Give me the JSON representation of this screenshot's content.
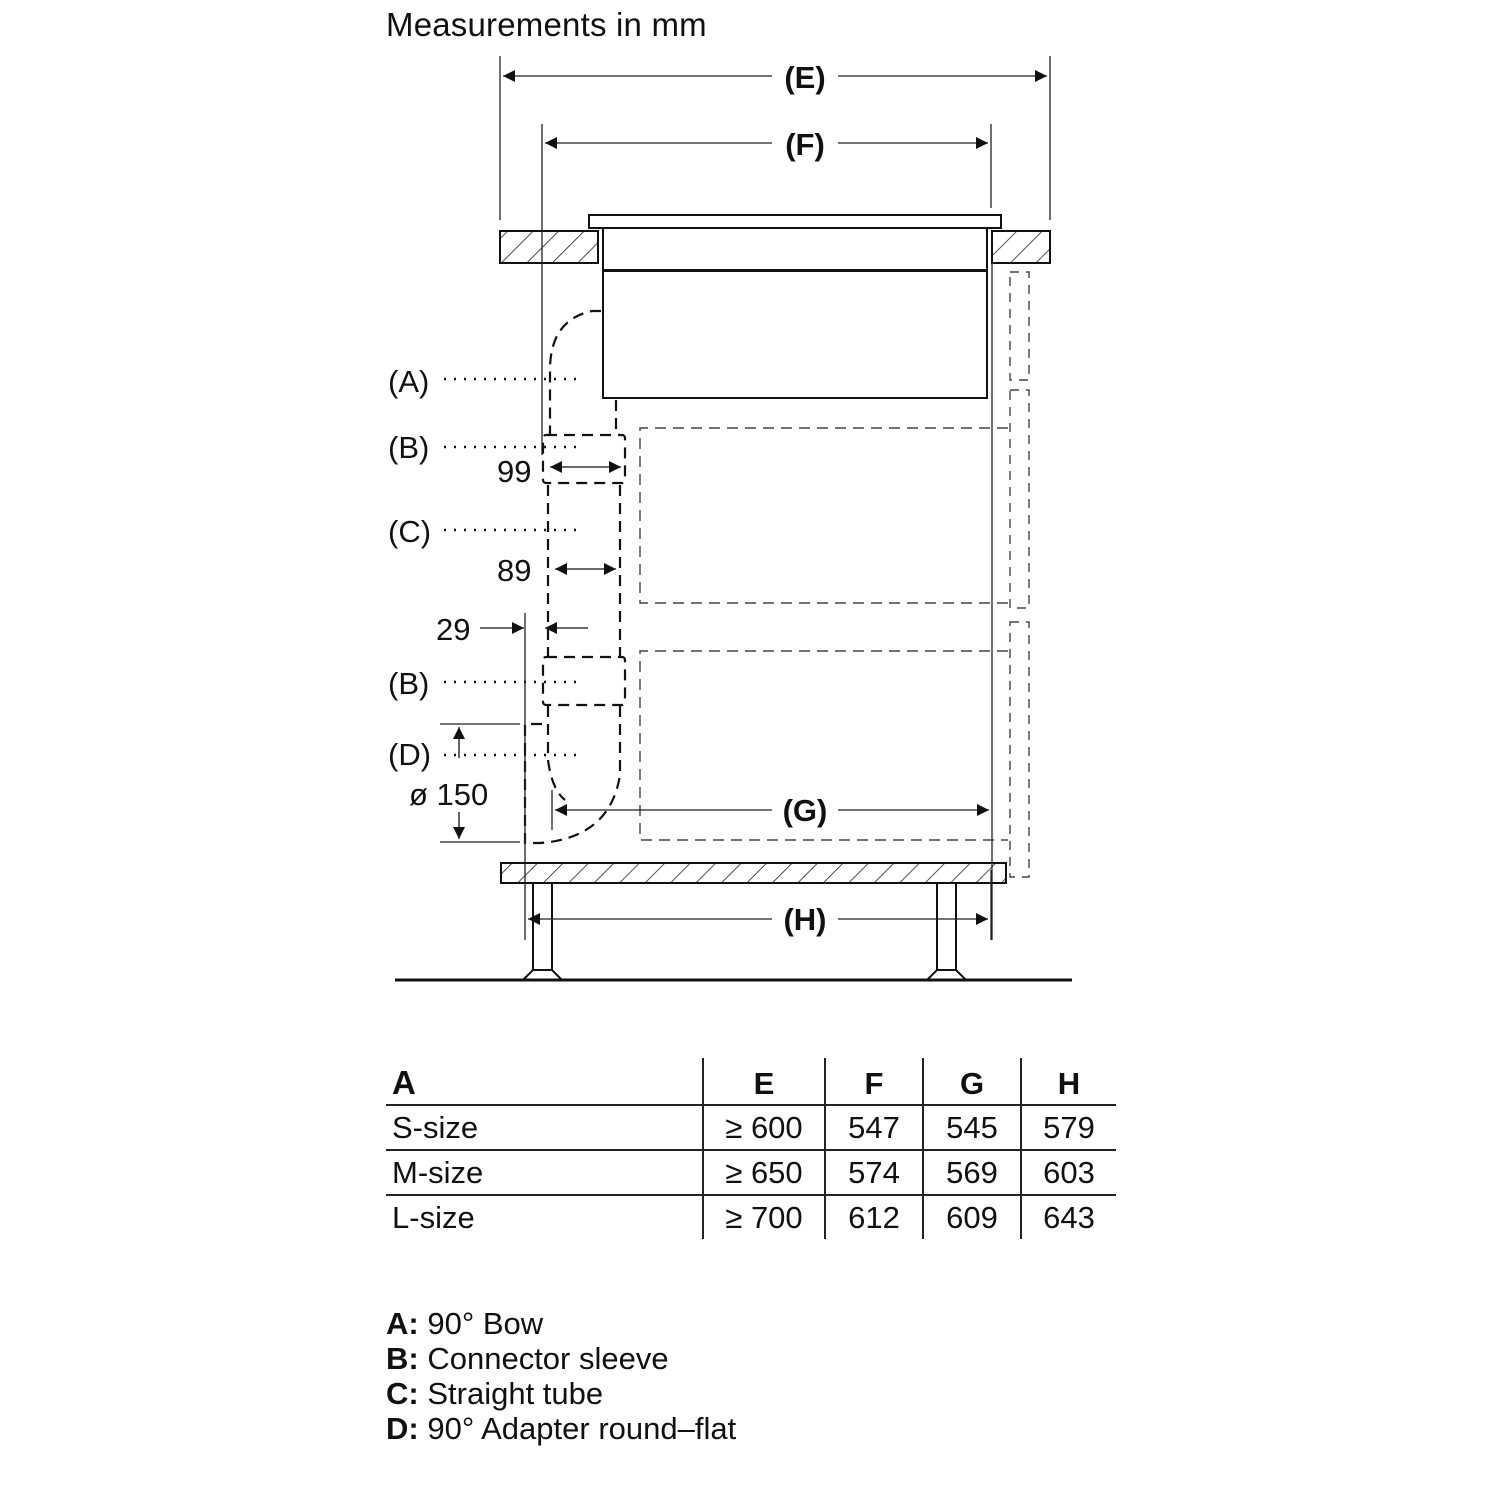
{
  "title": "Measurements in mm",
  "diagram": {
    "dimension_labels": {
      "E": "(E)",
      "F": "(F)",
      "G": "(G)",
      "H": "(H)"
    },
    "component_labels": [
      {
        "key": "A",
        "text": "(A)"
      },
      {
        "key": "B",
        "text": "(B)"
      },
      {
        "key": "C",
        "text": "(C)"
      },
      {
        "key": "B2",
        "text": "(B)"
      },
      {
        "key": "D",
        "text": "(D)"
      }
    ],
    "measurements": {
      "sleeve_width": "99",
      "tube_width": "89",
      "offset": "29",
      "diameter": "ø 150"
    }
  },
  "table": {
    "headers": [
      "A",
      "E",
      "F",
      "G",
      "H"
    ],
    "rows": [
      {
        "size": "S-size",
        "E": "≥ 600",
        "F": "547",
        "G": "545",
        "H": "579"
      },
      {
        "size": "M-size",
        "E": "≥ 650",
        "F": "574",
        "G": "569",
        "H": "603"
      },
      {
        "size": "L-size",
        "E": "≥ 700",
        "F": "612",
        "G": "609",
        "H": "643"
      }
    ]
  },
  "legend": [
    {
      "key": "A:",
      "text": "90° Bow"
    },
    {
      "key": "B:",
      "text": "Connector sleeve"
    },
    {
      "key": "C:",
      "text": "Straight tube"
    },
    {
      "key": "D:",
      "text": "90° Adapter round–flat"
    }
  ]
}
